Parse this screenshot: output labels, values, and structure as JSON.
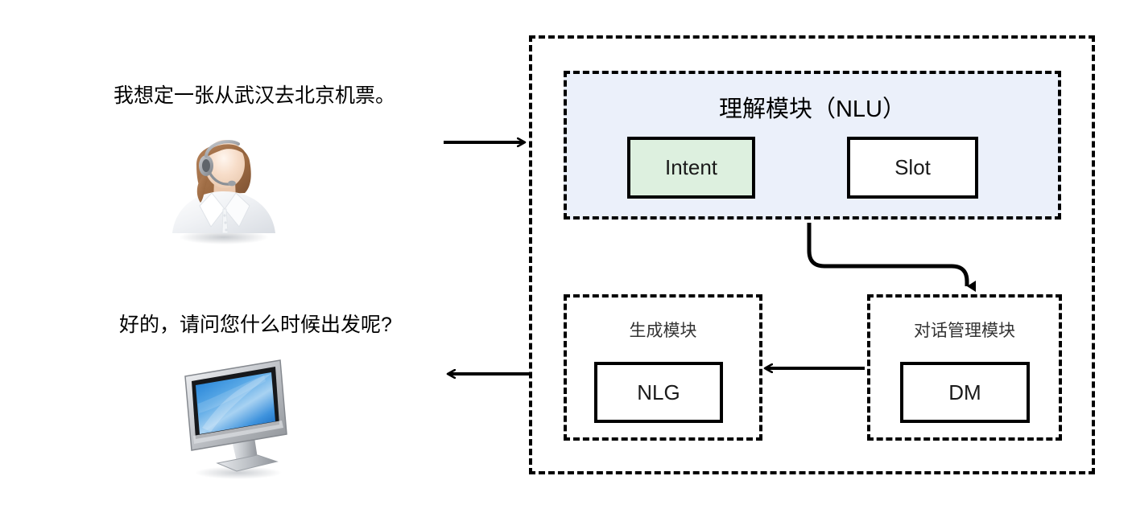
{
  "diagram": {
    "title": "Task-oriented dialogue system pipeline",
    "colors": {
      "nlu_background": "#ebf0fa",
      "intent_fill": "#ddf0df",
      "stroke": "#000000",
      "module_label": "#333333"
    }
  },
  "conversation": {
    "user_utterance": "我想定一张从武汉去北京机票。",
    "system_utterance": "好的，请问您什么时候出发呢?",
    "user_avatar_icon": "headset-agent-avatar-icon",
    "system_avatar_icon": "desktop-monitor-icon"
  },
  "system": {
    "nlu": {
      "title": "理解模块（NLU）",
      "boxes": [
        {
          "label": "Intent"
        },
        {
          "label": "Slot"
        }
      ]
    },
    "nlg": {
      "title": "生成模块",
      "box": {
        "label": "NLG"
      }
    },
    "dm": {
      "title": "对话管理模块",
      "box": {
        "label": "DM"
      }
    }
  },
  "arrows": [
    {
      "name": "user-to-system-arrow",
      "direction": "right",
      "from": "user",
      "to": "system-boundary"
    },
    {
      "name": "nlu-to-dm-arrow",
      "direction": "down",
      "from": "nlu",
      "to": "dm"
    },
    {
      "name": "dm-to-nlg-arrow",
      "direction": "left",
      "from": "dm",
      "to": "nlg"
    },
    {
      "name": "system-to-user-arrow",
      "direction": "left",
      "from": "system-boundary",
      "to": "system-avatar"
    }
  ]
}
